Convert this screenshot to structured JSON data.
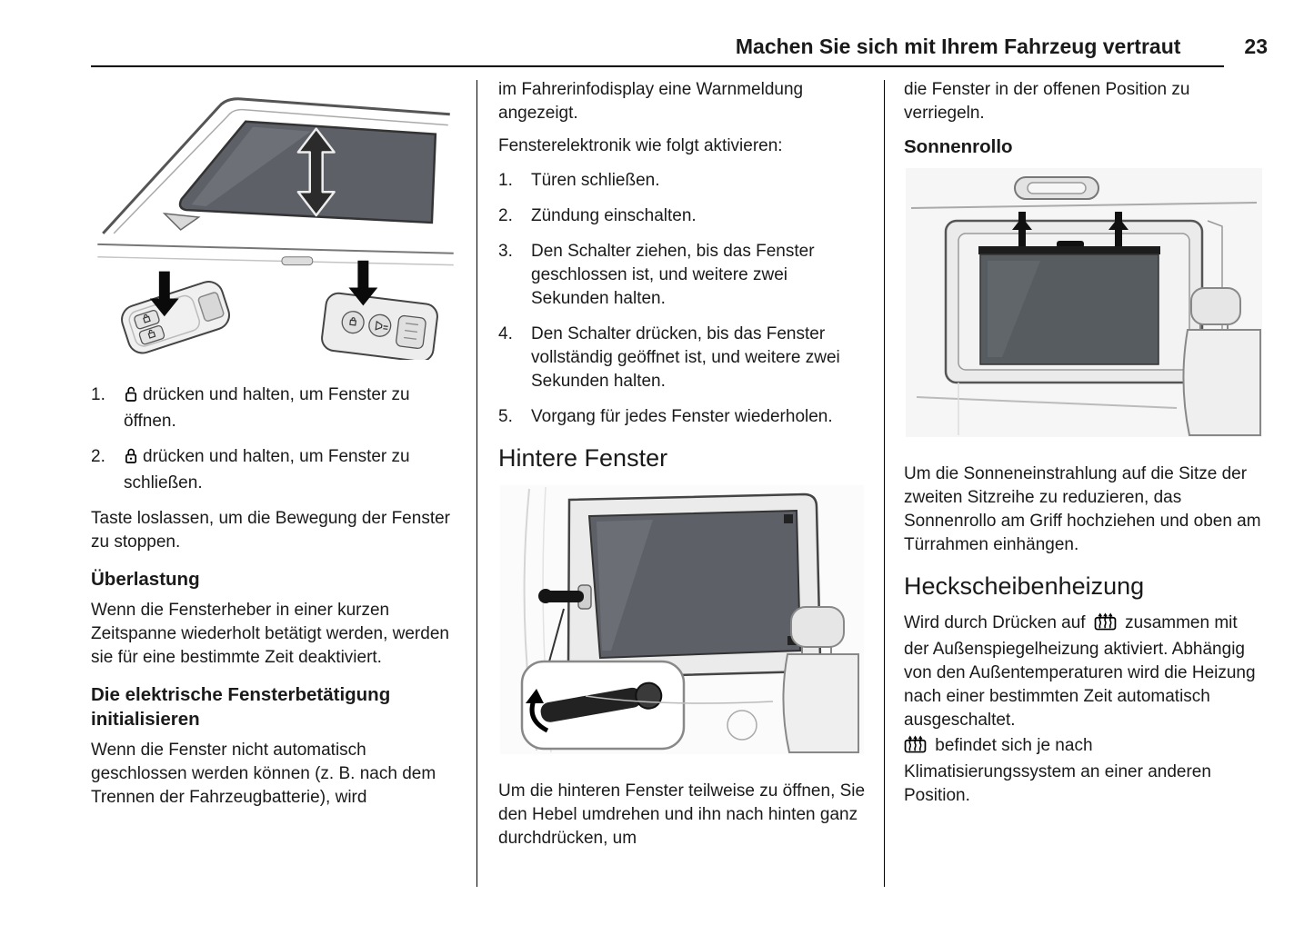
{
  "header": {
    "title": "Machen Sie sich mit Ihrem Fahrzeug vertraut",
    "page_number": "23"
  },
  "front_windows": {
    "item1_num": "1.",
    "item1_text": "drücken und halten, um Fenster zu öffnen.",
    "item2_num": "2.",
    "item2_text": "drücken und halten, um Fenster zu schließen.",
    "release_note": "Taste loslassen, um die Bewegung der Fenster zu stoppen.",
    "overload_heading": "Überlastung",
    "overload_text": "Wenn die Fensterheber in einer kurzen Zeitspanne wiederholt betätigt werden, werden sie für eine bestimmte Zeit deaktiviert.",
    "init_heading": "Die elektrische Fensterbetätigung initialisieren",
    "init_text_part1": "Wenn die Fenster nicht automatisch geschlossen werden können (z. B. nach dem Trennen der Fahrzeugbatterie), wird",
    "init_text_part2": "im Fahrerinfodisplay eine Warnmeldung angezeigt.",
    "activate_intro": "Fensterelektronik wie folgt aktivieren:",
    "steps": [
      {
        "num": "1.",
        "text": "Türen schließen."
      },
      {
        "num": "2.",
        "text": "Zündung einschalten."
      },
      {
        "num": "3.",
        "text": "Den Schalter ziehen, bis das Fenster geschlossen ist, und weitere zwei Sekunden halten."
      },
      {
        "num": "4.",
        "text": "Den Schalter drücken, bis das Fenster vollständig geöffnet ist, und weitere zwei Sekunden halten."
      },
      {
        "num": "5.",
        "text": "Vorgang für jedes Fenster wiederholen."
      }
    ]
  },
  "rear_windows": {
    "heading": "Hintere Fenster",
    "text_part1": "Um die hinteren Fenster teilweise zu öffnen, Sie den Hebel umdrehen und ihn nach hinten ganz durchdrücken, um",
    "text_part2": "die Fenster in der offenen Position zu verriegeln."
  },
  "sun_blind": {
    "heading": "Sonnenrollo",
    "text": "Um die Sonneneinstrahlung auf die Sitze der zweiten Sitzreihe zu reduzieren, das Sonnenrollo am Griff hochziehen und oben am Türrahmen einhängen."
  },
  "rear_window_heating": {
    "heading": "Heckscheibenheizung",
    "text1_before_icon": "Wird durch Drücken auf",
    "text1_after_icon": "zusammen mit der Außenspiegelheizung aktiviert. Abhängig von den Außentemperaturen wird die Heizung nach einer bestimmten Zeit automatisch ausgeschaltet.",
    "text2_after_icon": "befindet sich je nach Klimatisierungssystem an einer anderen Position."
  },
  "colors": {
    "glass": "#5d6167",
    "ink": "#1a1a1a"
  }
}
